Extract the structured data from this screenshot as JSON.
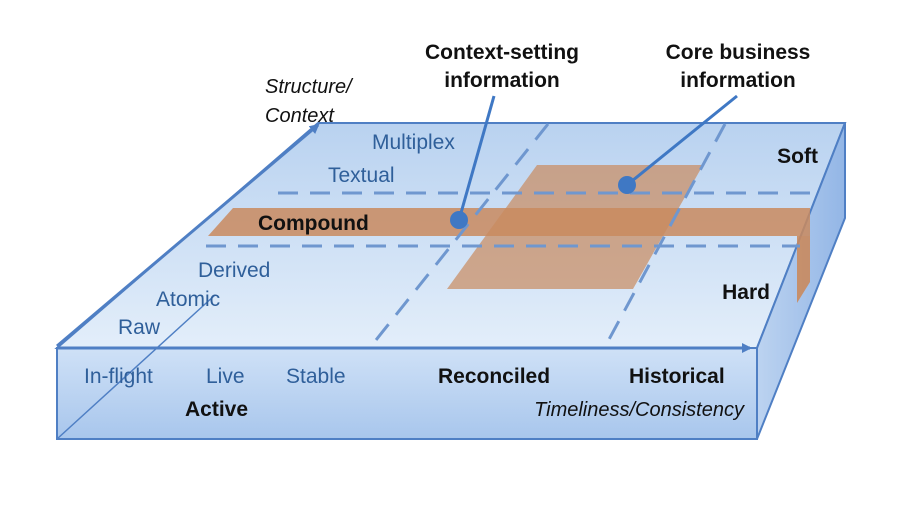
{
  "axes": {
    "structure_axis_label_line1": "Structure/",
    "structure_axis_label_line2": "Context",
    "timeliness_axis_label": "Timeliness/Consistency"
  },
  "structure_levels": {
    "multiplex": "Multiplex",
    "textual": "Textual",
    "compound": "Compound",
    "derived": "Derived",
    "atomic": "Atomic",
    "raw": "Raw"
  },
  "timeliness_levels": {
    "in_flight": "In-flight",
    "live": "Live",
    "stable": "Stable",
    "active": "Active",
    "reconciled": "Reconciled",
    "historical": "Historical"
  },
  "side_labels": {
    "soft": "Soft",
    "hard": "Hard"
  },
  "callouts": {
    "context_setting_line1": "Context-setting",
    "context_setting_line2": "information",
    "core_business_line1": "Core business",
    "core_business_line2": "information"
  },
  "colors": {
    "box_top": "#cfe0f5",
    "box_front": "#bcd4f2",
    "box_side": "#a9c4ea",
    "edge": "#4f7fc4",
    "dashed": "#6f97cf",
    "highlight": "#c98a5e",
    "dot": "#3f78c4"
  }
}
